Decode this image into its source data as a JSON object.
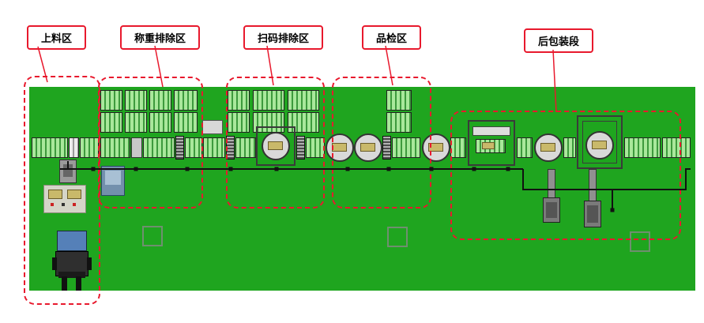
{
  "diagram": {
    "title": "production-line-layout",
    "labels": {
      "loading": "上料区",
      "weighing": "称重排除区",
      "scanning": "扫码排除区",
      "inspection": "品检区",
      "packaging": "后包装段"
    },
    "colors": {
      "floor": "#1FA51F",
      "zone": "#E8192D",
      "conveyor_light": "#A9E89B",
      "conveyor_dark": "#3D9A3D",
      "item_tan": "#C9B96A",
      "agv_cab": "#5580B8"
    }
  }
}
